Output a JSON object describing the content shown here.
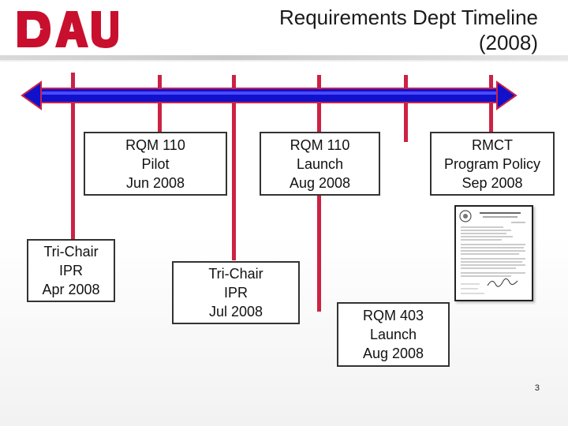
{
  "header": {
    "logo_text": "DAU",
    "title_line1": "Requirements Dept Timeline",
    "title_line2": "(2008)"
  },
  "timeline": {
    "arrow_color": "#0000cc",
    "tick_color": "#cc2244"
  },
  "events": [
    {
      "line1": "RQM 110",
      "line2": "Pilot",
      "line3": "Jun 2008"
    },
    {
      "line1": "RQM 110",
      "line2": "Launch",
      "line3": "Aug 2008"
    },
    {
      "line1": "RMCT",
      "line2": "Program Policy",
      "line3": "Sep 2008"
    },
    {
      "line1": "Tri-Chair",
      "line2": "IPR",
      "line3": "Apr 2008"
    },
    {
      "line1": "Tri-Chair",
      "line2": "IPR",
      "line3": "Jul 2008"
    },
    {
      "line1": "RQM 403",
      "line2": "Launch",
      "line3": "Aug 2008"
    }
  ],
  "document_thumbnail": {
    "icon": "policy-memo-icon"
  },
  "footer": {
    "page_number": "3"
  }
}
